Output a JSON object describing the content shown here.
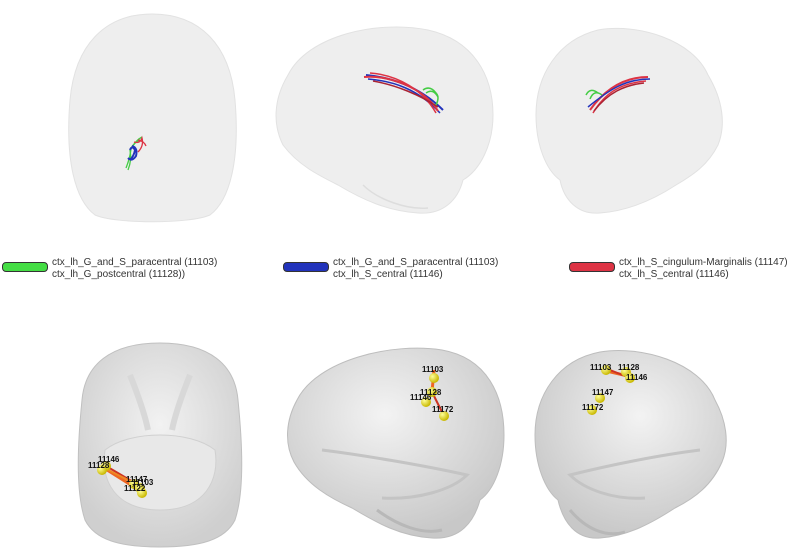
{
  "legends": [
    {
      "color": "#44dd44",
      "line1": "ctx_lh_G_and_S_paracentral (11103)",
      "line2": "ctx_lh_G_postcentral (11128))"
    },
    {
      "color": "#2233bb",
      "line1": "ctx_lh_G_and_S_paracentral (11103)",
      "line2": "ctx_lh_S_central (11146)"
    },
    {
      "color": "#dd3344",
      "line1": "ctx_lh_S_cingulum-Marginalis (11147)",
      "line2": "ctx_lh_S_central (11146)"
    }
  ],
  "nodes": {
    "top": [
      "11146",
      "11128",
      "11147",
      "11103",
      "11122"
    ],
    "left": [
      "11103",
      "11128",
      "11146",
      "11172"
    ],
    "right": [
      "11103",
      "11128",
      "11146",
      "11147",
      "11172"
    ]
  }
}
